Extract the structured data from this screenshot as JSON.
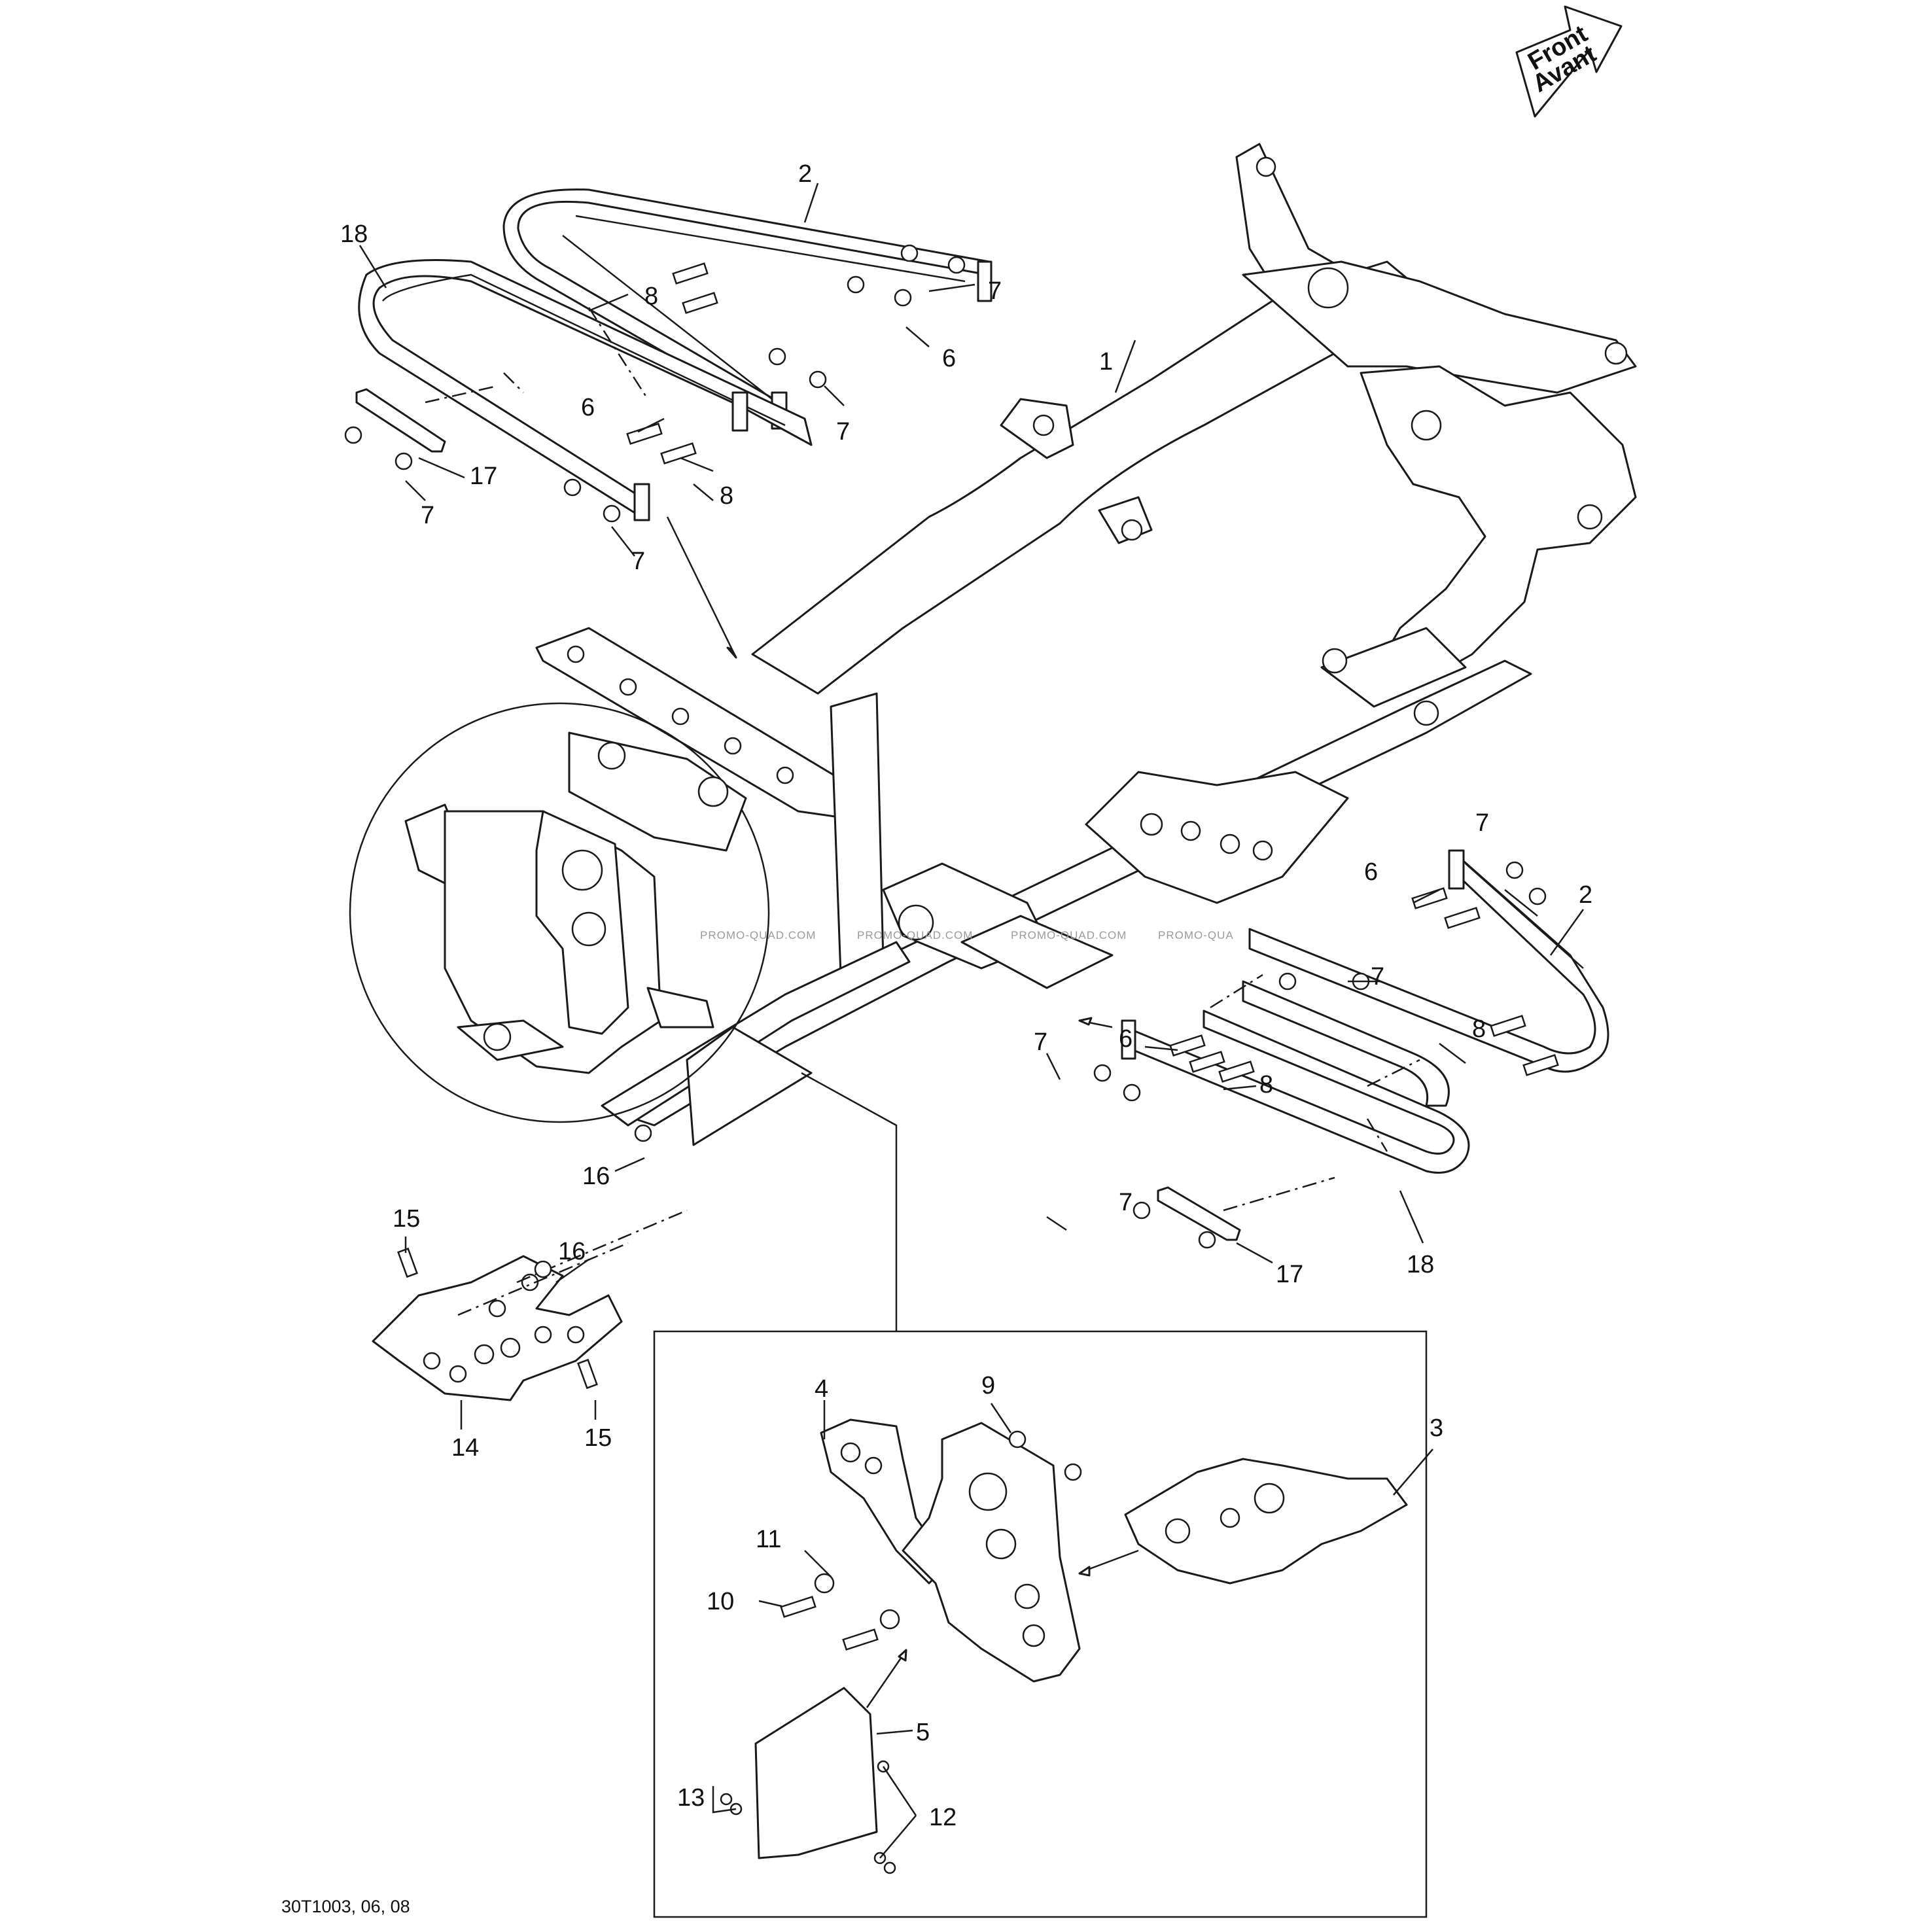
{
  "direction_arrow": {
    "line1": "Front",
    "line2": "Avant",
    "icon": "front-direction-arrow-icon"
  },
  "diagram_code": "30T1003, 06, 08",
  "watermarks": [
    "PROMO-QUAD.COM",
    "PROMO-QUAD.COM",
    "PROMO-QUAD.COM",
    "PROMO-QUA"
  ],
  "callouts": {
    "frame": "1",
    "rack_upper": "2",
    "rack_right": "2",
    "skid_plate": "3",
    "bracket_left": "4",
    "cover_plate": "5",
    "screw_upper_a": "6",
    "screw_upper_b": "6",
    "screw_right_a": "6",
    "screw_right_b": "6",
    "nut_upper_a": "7",
    "nut_upper_b": "7",
    "nut_upper_c": "7",
    "nut_upper_d": "7",
    "nut_upper_e": "7",
    "nut_right_a": "7",
    "nut_right_b": "7",
    "nut_right_c": "7",
    "nut_right_d": "7",
    "bolt_upper_a": "8",
    "bolt_upper_b": "8",
    "bolt_right_a": "8",
    "bolt_right_b": "8",
    "nut_detail": "9",
    "screw_detail": "10",
    "washer_detail": "11",
    "screws_detail": "12",
    "nuts_detail": "13",
    "support_bracket": "14",
    "screw_bracket_a": "15",
    "screw_bracket_b": "15",
    "nut_bracket_a": "16",
    "nut_bracket_b": "16",
    "strap_upper": "17",
    "strap_right": "17",
    "bumper_upper": "18",
    "bumper_right": "18"
  }
}
